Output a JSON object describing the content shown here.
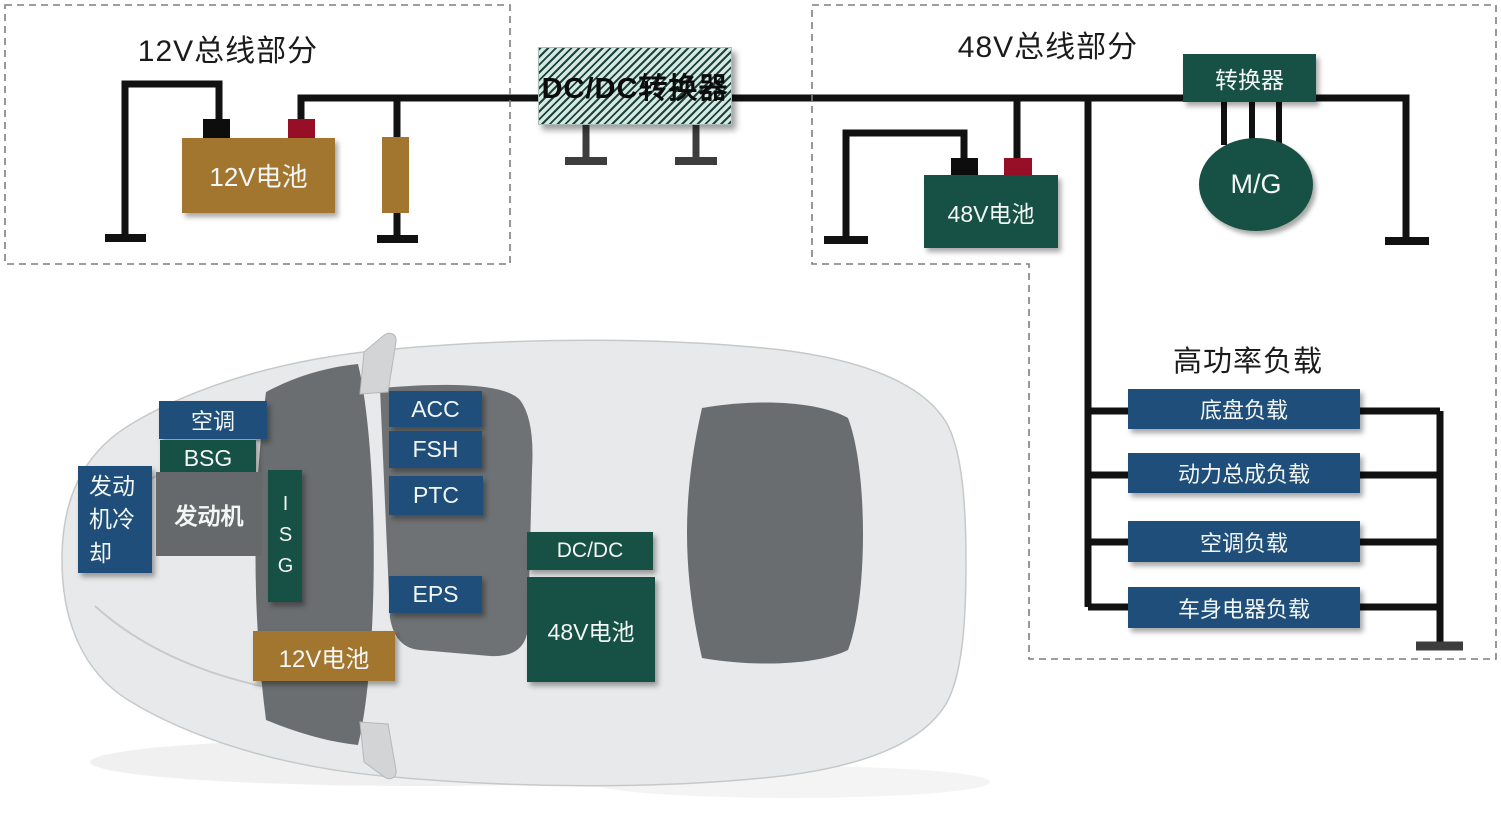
{
  "sections": {
    "bus12": {
      "title": "12V总线部分"
    },
    "bus48": {
      "title": "48V总线部分"
    },
    "high_power": {
      "title": "高功率负载",
      "loads": [
        "底盘负载",
        "动力总成负载",
        "空调负载",
        "车身电器负载"
      ]
    }
  },
  "dcdc_converter": {
    "label": "DC/DC转换器"
  },
  "bus12_components": {
    "battery": "12V电池"
  },
  "bus48_components": {
    "battery": "48V电池",
    "converter": "转换器",
    "motor_generator": "M/G"
  },
  "car_overlay": {
    "ac": "空调",
    "bsg": "BSG",
    "engine_cooling": "发动机冷却",
    "engine": "发动机",
    "isg": "ISG",
    "acc": "ACC",
    "fsh": "FSH",
    "ptc": "PTC",
    "eps": "EPS",
    "dcdc": "DC/DC",
    "battery48": "48V电池",
    "battery12": "12V电池"
  },
  "colors": {
    "dark_green": "#175044",
    "dark_blue": "#1e4e79",
    "brown": "#a2762e",
    "terminal_red": "#970f26",
    "terminal_black": "#0d0d0d",
    "wire": "#111111",
    "gray_ground": "#3d3d3d",
    "engine_gray": "#66696b",
    "dash_border": "#7f7f7f"
  }
}
